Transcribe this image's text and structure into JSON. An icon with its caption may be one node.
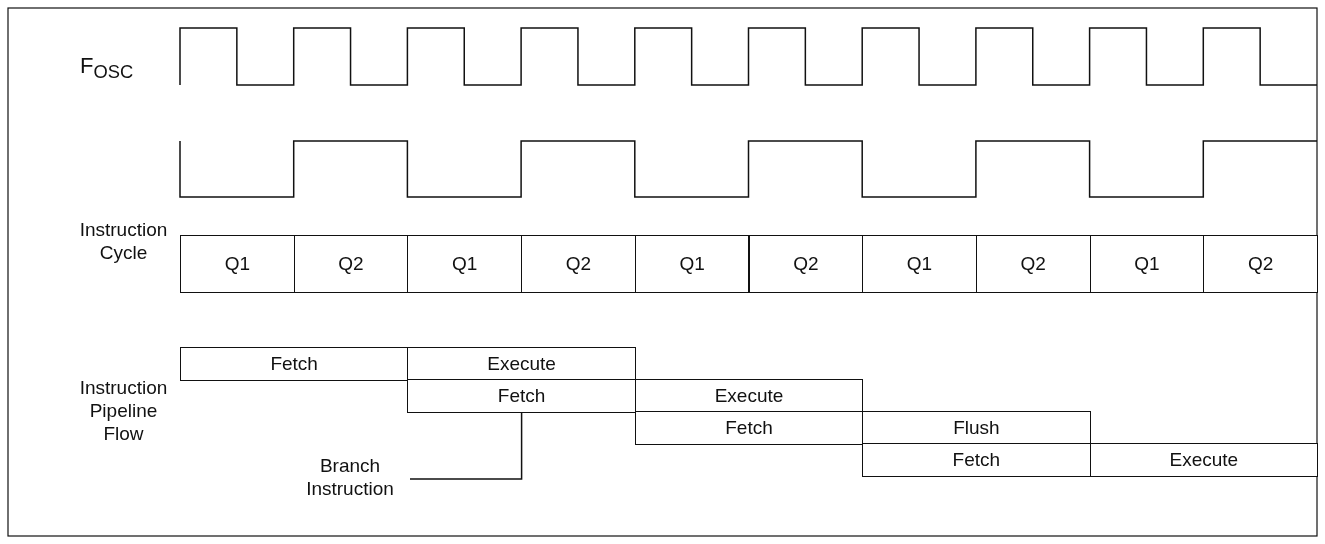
{
  "diagram": {
    "nodes": [
      {
        "text": [
          "Q1"
        ]
      },
      {
        "text": [
          "Q2"
        ]
      },
      {
        "text": [
          "Q1"
        ]
      },
      {
        "text": [
          "Q2"
        ]
      },
      {
        "text": [
          "Q1"
        ]
      },
      {
        "text": [
          "Q2"
        ]
      },
      {
        "text": [
          "Q1"
        ]
      },
      {
        "text": [
          "Q2"
        ]
      },
      {
        "text": [
          "Q1"
        ]
      },
      {
        "text": [
          "Q2"
        ]
      },
      {
        "text": [
          "Fetch"
        ]
      },
      {
        "text": [
          "Execute"
        ]
      },
      {
        "text": [
          "Fetch"
        ]
      },
      {
        "text": [
          "Execute"
        ]
      },
      {
        "text": [
          "Fetch"
        ]
      },
      {
        "text": [
          "Flush"
        ]
      },
      {
        "text": [
          "Branch Instruction"
        ]
      },
      {
        "text": [
          "Fetch"
        ]
      },
      {
        "text": [
          "Execute"
        ]
      }
    ],
    "edges": [
      {
        "from": 16,
        "to": 12,
        "arrow": "none"
      }
    ],
    "labels": [
      "F$_{OSC}$",
      "Instruction Cycle",
      "Instruction Pipeline Flow"
    ]
  }
}
